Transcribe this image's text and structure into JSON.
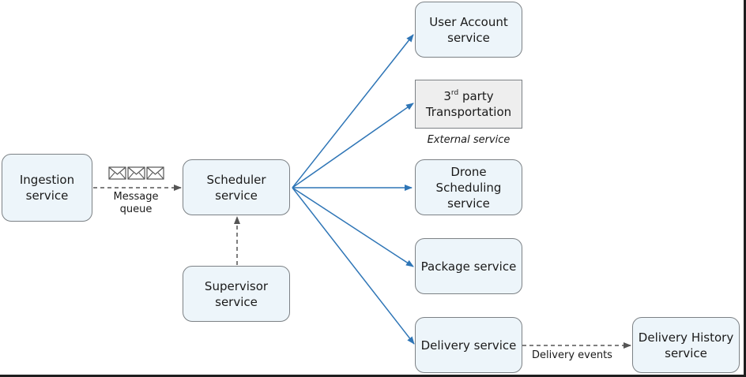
{
  "nodes": {
    "ingestion": {
      "line1": "Ingestion",
      "line2": "service"
    },
    "scheduler": {
      "line1": "Scheduler",
      "line2": "service"
    },
    "supervisor": {
      "line1": "Supervisor",
      "line2": "service"
    },
    "user_account": {
      "line1": "User Account",
      "line2": "service"
    },
    "third_party": {
      "prefix": "3",
      "sup": "rd",
      "suffix": " party",
      "line2": "Transportation"
    },
    "drone_scheduling": {
      "line1": "Drone",
      "line2": "Scheduling",
      "line3": "service"
    },
    "package": {
      "label": "Package service"
    },
    "delivery": {
      "label": "Delivery service"
    },
    "delivery_history": {
      "line1": "Delivery History",
      "line2": "service"
    }
  },
  "labels": {
    "external_service": "External service",
    "message_queue_line1": "Message",
    "message_queue_line2": "queue",
    "delivery_events": "Delivery events"
  },
  "colors": {
    "arrow_blue": "#2e75b6",
    "arrow_dashed": "#555555",
    "box_fill": "#edf5fa",
    "box_border": "#7c8185",
    "external_fill": "#eeeeee"
  },
  "icons": [
    "envelope-icon",
    "envelope-icon",
    "envelope-icon"
  ]
}
